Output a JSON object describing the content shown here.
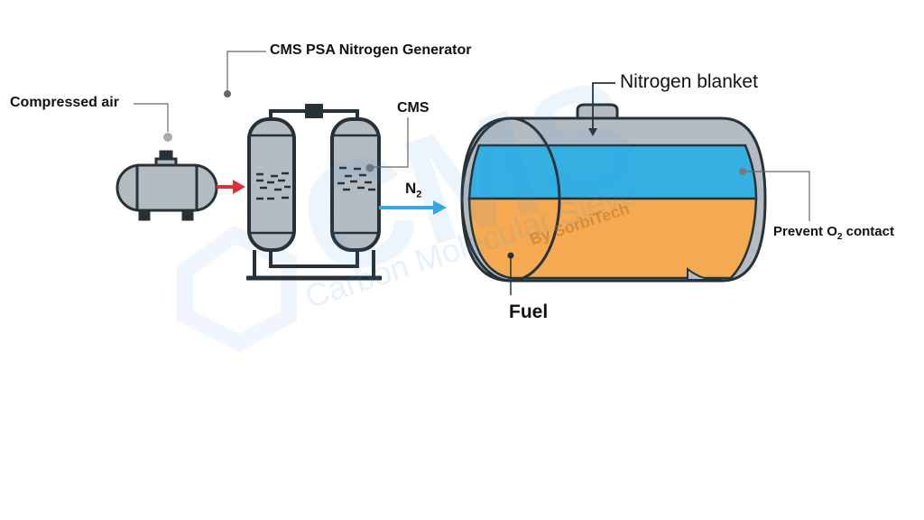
{
  "labels": {
    "generator_title": "CMS PSA Nitrogen Generator",
    "compressed_air": "Compressed air",
    "cms": "CMS",
    "n2_main": "N",
    "n2_sub": "2",
    "nitrogen_blanket": "Nitrogen blanket",
    "prevent_main": "Prevent O",
    "prevent_sub": "2",
    "prevent_tail": " contact",
    "fuel": "Fuel"
  },
  "watermark": {
    "logo": "CMS",
    "line1": "Carbon Molecular Sieve",
    "line2": "By SorbiTech"
  },
  "colors": {
    "outline": "#263238",
    "vessel": "#b4bcc2",
    "air_arrow": "#d8323f",
    "n2_arrow": "#35a9e0",
    "nitrogen_layer": "#35b0e3",
    "fuel_layer": "#f5aa52",
    "leader": "#666666"
  }
}
